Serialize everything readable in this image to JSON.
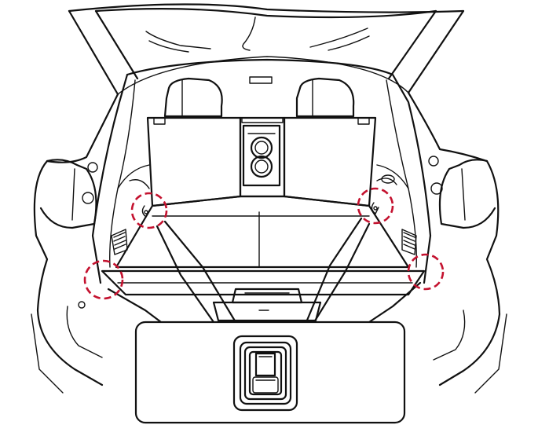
{
  "figure": {
    "subject": "vehicle-rear-cargo-area",
    "callout": "cargo-floor-hook-detail",
    "colors": {
      "line": "#111111",
      "background": "#ffffff",
      "marker": "#c4122f"
    },
    "highlight_markers": [
      {
        "name": "left-upper-cargo-hook"
      },
      {
        "name": "left-lower-cargo-hook"
      },
      {
        "name": "right-upper-cargo-hook"
      },
      {
        "name": "right-lower-cargo-hook"
      }
    ]
  }
}
